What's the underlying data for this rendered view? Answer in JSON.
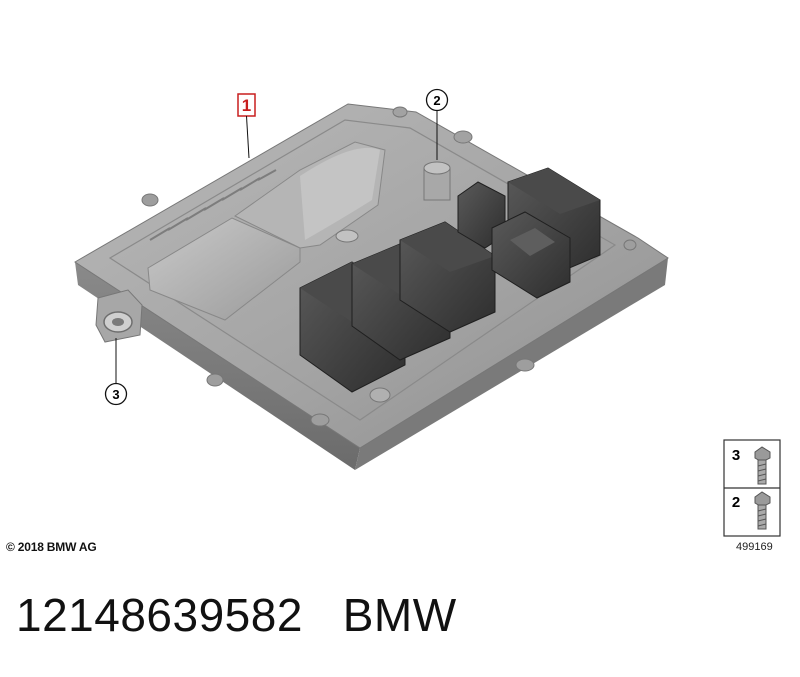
{
  "callouts": {
    "item1": "1",
    "item2": "2",
    "item3": "3"
  },
  "legend": {
    "row1_num": "3",
    "row2_num": "2"
  },
  "copyright": "© 2018 BMW AG",
  "figure_number": "499169",
  "part_line": "12148639582   BMW",
  "colors": {
    "highlight_box": "#c81e1e",
    "housing": "#9c9c9c",
    "connector": "#3a3a3a"
  }
}
